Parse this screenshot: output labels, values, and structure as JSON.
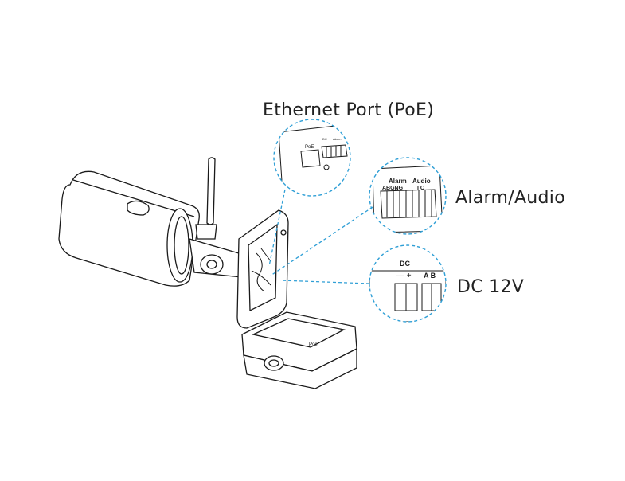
{
  "labels": {
    "ethernet": "Ethernet Port (PoE)",
    "alarm_audio": "Alarm/Audio",
    "dc": "DC 12V"
  },
  "zoom_text": {
    "poe": "PoE",
    "dc_small": "DC",
    "alarm_small": "Alarm",
    "alarm": "Alarm",
    "audio": "Audio",
    "alarm_pins": "ABGNG",
    "audio_pins": "I O",
    "dc": "DC",
    "dc_polarity": "— +",
    "ab": "A B",
    "junction_label": "Poe"
  },
  "colors": {
    "callout": "#2f9fd6",
    "line": "#1a1a1a",
    "label": "#222222"
  }
}
